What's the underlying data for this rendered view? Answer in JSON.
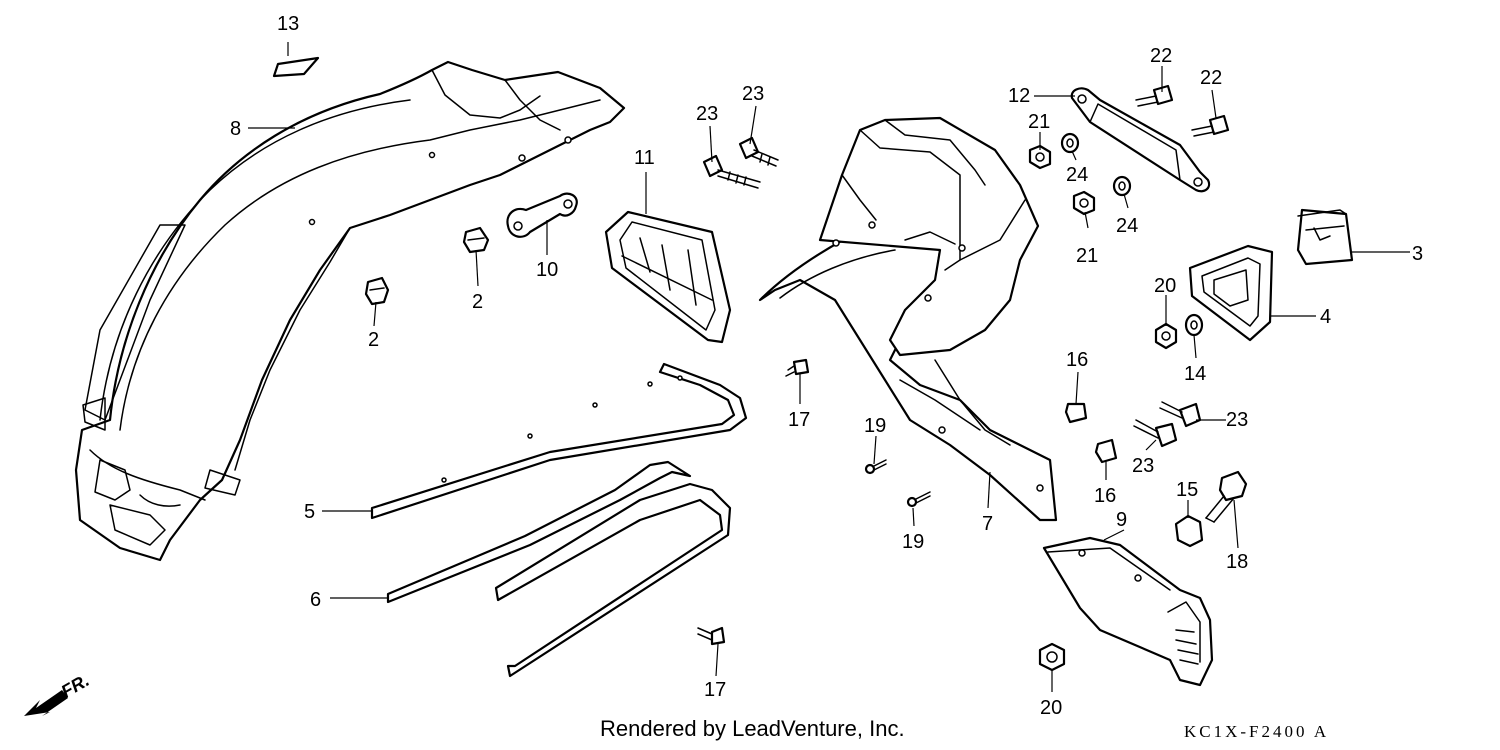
{
  "footer": {
    "credit": "Rendered by LeadVenture, Inc.",
    "diagram_code": "KC1X-F2400 A"
  },
  "front_indicator": {
    "label": "FR.",
    "icon": "front-arrow-icon"
  },
  "callouts": {
    "c2a": "2",
    "c2b": "2",
    "c3": "3",
    "c4": "4",
    "c5": "5",
    "c6": "6",
    "c7": "7",
    "c8": "8",
    "c9": "9",
    "c10": "10",
    "c11": "11",
    "c12": "12",
    "c13": "13",
    "c14": "14",
    "c15": "15",
    "c16a": "16",
    "c16b": "16",
    "c17a": "17",
    "c17b": "17",
    "c18": "18",
    "c19a": "19",
    "c19b": "19",
    "c20a": "20",
    "c20b": "20",
    "c21a": "21",
    "c21b": "21",
    "c22a": "22",
    "c22b": "22",
    "c23a": "23",
    "c23b": "23",
    "c23c": "23",
    "c23d": "23",
    "c24a": "24",
    "c24b": "24"
  }
}
